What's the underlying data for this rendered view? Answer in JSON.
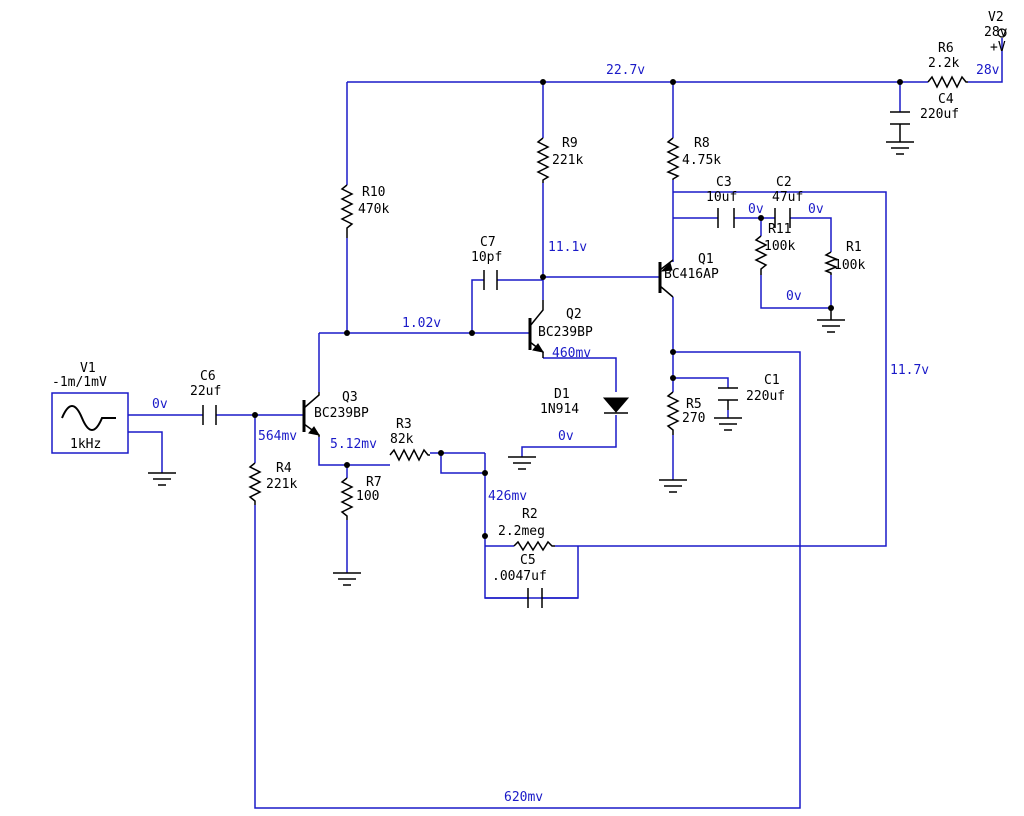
{
  "components": {
    "V1": {
      "name": "V1",
      "value": "-1m/1mV",
      "freq": "1kHz"
    },
    "V2": {
      "name": "V2",
      "value": "28v",
      "polarity": "+V",
      "node": "28v"
    },
    "R1": {
      "name": "R1",
      "value": "100k"
    },
    "R2": {
      "name": "R2",
      "value": "2.2meg"
    },
    "R3": {
      "name": "R3",
      "value": "82k"
    },
    "R4": {
      "name": "R4",
      "value": "221k"
    },
    "R5": {
      "name": "R5",
      "value": "270"
    },
    "R6": {
      "name": "R6",
      "value": "2.2k"
    },
    "R7": {
      "name": "R7",
      "value": "100"
    },
    "R8": {
      "name": "R8",
      "value": "4.75k"
    },
    "R9": {
      "name": "R9",
      "value": "221k"
    },
    "R10": {
      "name": "R10",
      "value": "470k"
    },
    "R11": {
      "name": "R11",
      "value": "100k"
    },
    "C1": {
      "name": "C1",
      "value": "220uf"
    },
    "C2": {
      "name": "C2",
      "value": "47uf"
    },
    "C3": {
      "name": "C3",
      "value": "10uf"
    },
    "C4": {
      "name": "C4",
      "value": "220uf"
    },
    "C5": {
      "name": "C5",
      "value": ".0047uf"
    },
    "C6": {
      "name": "C6",
      "value": "22uf"
    },
    "C7": {
      "name": "C7",
      "value": "10pf"
    },
    "Q1": {
      "name": "Q1",
      "value": "BC416AP"
    },
    "Q2": {
      "name": "Q2",
      "value": "BC239BP"
    },
    "Q3": {
      "name": "Q3",
      "value": "BC239BP"
    },
    "D1": {
      "name": "D1",
      "value": "1N914"
    }
  },
  "voltages": {
    "rail": "22.7v",
    "q2_collector": "11.1v",
    "q2_base": "1.02v",
    "q2_emitter": "460mv",
    "input": "0v",
    "q3_base": "564mv",
    "q3_emitter": "5.12mv",
    "feedback_node": "426mv",
    "diode_cathode": "0v",
    "output": "11.7v",
    "c3_c2_node": "0v",
    "c2_right": "0v",
    "r11_bottom": "0v",
    "bottom_loop": "620mv"
  }
}
